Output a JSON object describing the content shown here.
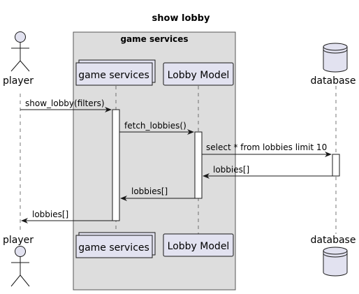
{
  "title": "show lobby",
  "group": {
    "label": "game services"
  },
  "participants": [
    {
      "id": "player",
      "label": "player",
      "kind": "actor"
    },
    {
      "id": "game_services",
      "label": "game services",
      "kind": "collections"
    },
    {
      "id": "lobby_model",
      "label": "Lobby Model",
      "kind": "participant"
    },
    {
      "id": "database",
      "label": "database",
      "kind": "database"
    }
  ],
  "messages": [
    {
      "from": "player",
      "to": "game_services",
      "label": "show_lobby(filters)",
      "style": "call"
    },
    {
      "from": "game_services",
      "to": "lobby_model",
      "label": "fetch_lobbies()",
      "style": "call"
    },
    {
      "from": "lobby_model",
      "to": "database",
      "label": "select * from lobbies limit 10",
      "style": "call"
    },
    {
      "from": "database",
      "to": "lobby_model",
      "label": "lobbies[]",
      "style": "return"
    },
    {
      "from": "lobby_model",
      "to": "game_services",
      "label": "lobbies[]",
      "style": "return"
    },
    {
      "from": "game_services",
      "to": "player",
      "label": "lobbies[]",
      "style": "return"
    }
  ],
  "colors": {
    "group_fill": "#dddddd",
    "group_border": "#555555",
    "participant_fill": "#e2e2f0",
    "participant_border": "#181818",
    "line": "#181818",
    "lifeline": "#555555"
  }
}
